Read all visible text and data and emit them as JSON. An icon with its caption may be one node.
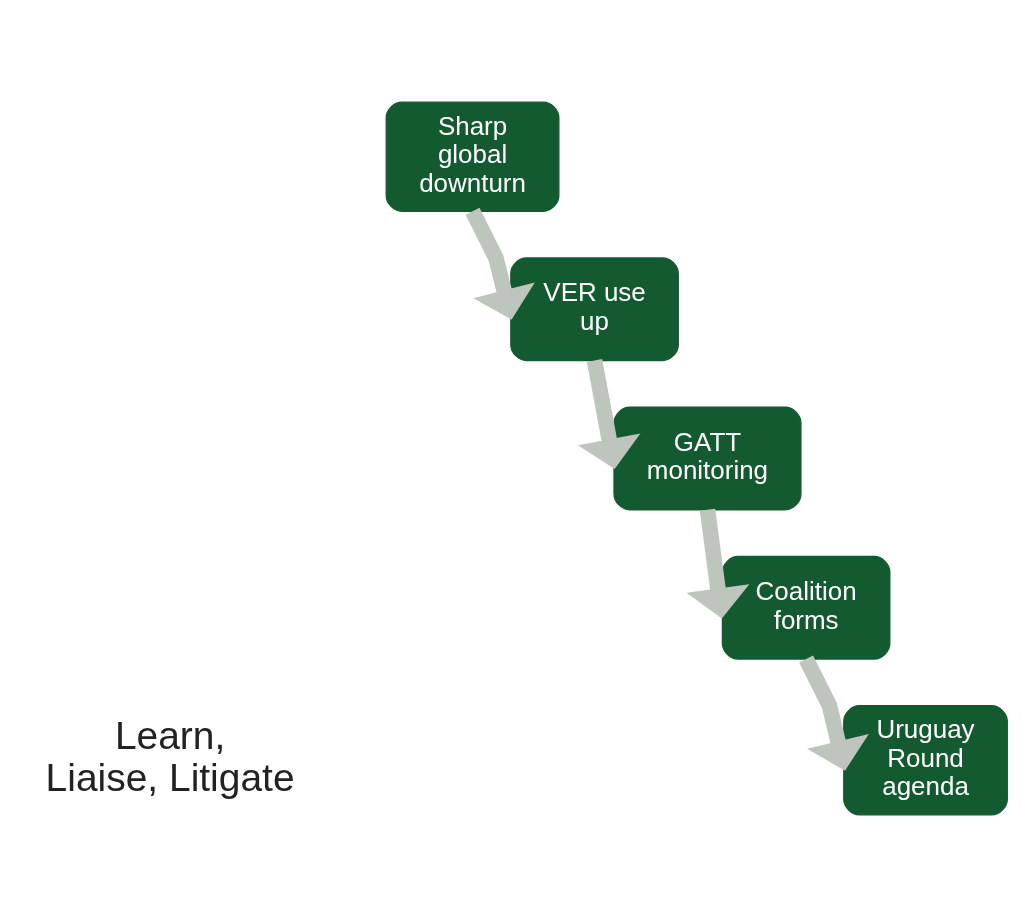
{
  "diagram": {
    "nodes": [
      {
        "text": [
          "Sharp global downturn"
        ]
      },
      {
        "text": [
          "VER use up"
        ]
      },
      {
        "text": [
          "GATT monitoring"
        ]
      },
      {
        "text": [
          "Coalition forms"
        ]
      },
      {
        "text": [
          "Uruguay Round agenda"
        ]
      }
    ],
    "edges": [
      {
        "from": 0,
        "to": 1,
        "arrow": "to"
      },
      {
        "from": 1,
        "to": 2,
        "arrow": "to"
      },
      {
        "from": 2,
        "to": 3,
        "arrow": "to"
      },
      {
        "from": 3,
        "to": 4,
        "arrow": "to"
      }
    ],
    "labels": [
      "Learn, Liaise, Litigate"
    ]
  }
}
